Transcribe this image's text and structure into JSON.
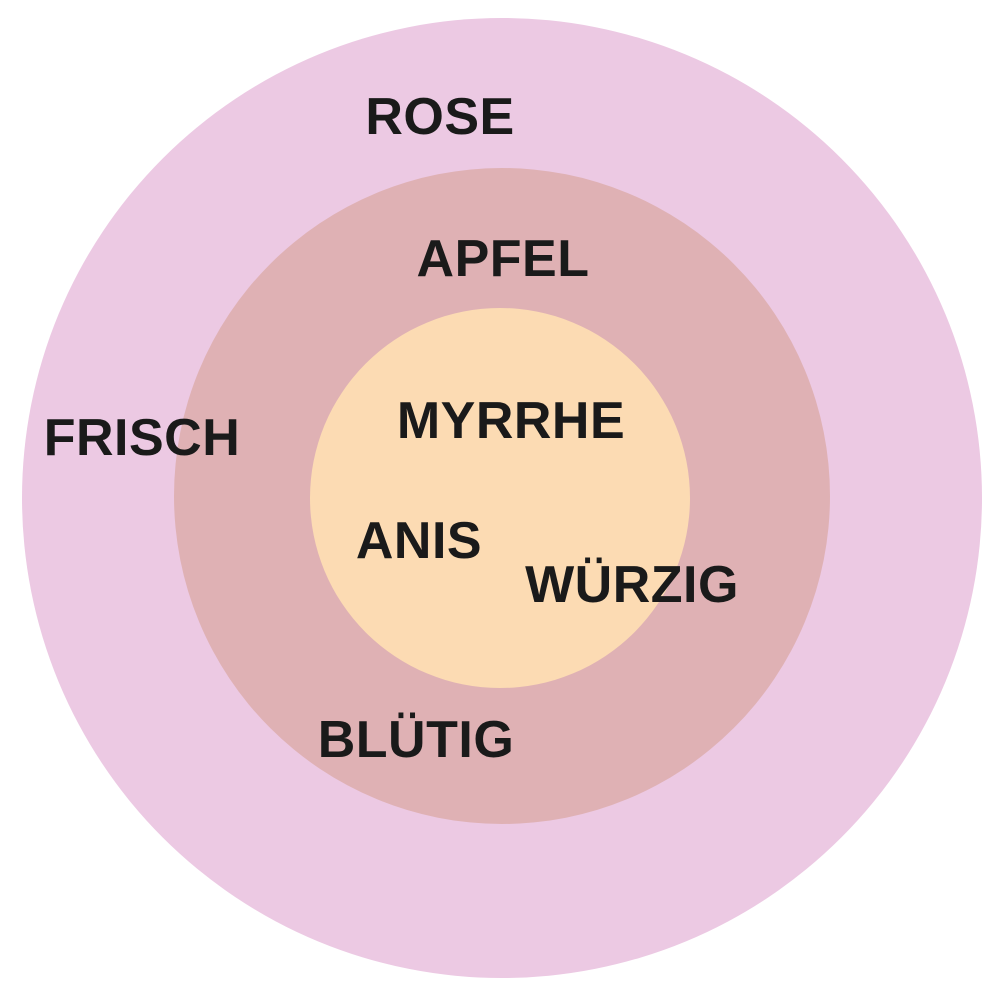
{
  "diagram": {
    "type": "concentric-circles",
    "rings": [
      {
        "name": "outer",
        "color": "#ecc9e3"
      },
      {
        "name": "middle",
        "color": "#dfb1b4"
      },
      {
        "name": "inner",
        "color": "#fcdbb3"
      }
    ],
    "labels": [
      {
        "text": "ROSE",
        "ring": "outer",
        "position": "top"
      },
      {
        "text": "APFEL",
        "ring": "middle",
        "position": "top"
      },
      {
        "text": "MYRRHE",
        "ring": "inner",
        "position": "upper-center"
      },
      {
        "text": "ANIS",
        "ring": "inner",
        "position": "lower-center"
      },
      {
        "text": "WÜRZIG",
        "ring": "middle",
        "position": "right"
      },
      {
        "text": "FRISCH",
        "ring": "outer",
        "position": "left"
      },
      {
        "text": "BLÜTIG",
        "ring": "middle",
        "position": "bottom"
      }
    ],
    "text_color": "#1a1a1a",
    "background_color": "#ffffff"
  }
}
